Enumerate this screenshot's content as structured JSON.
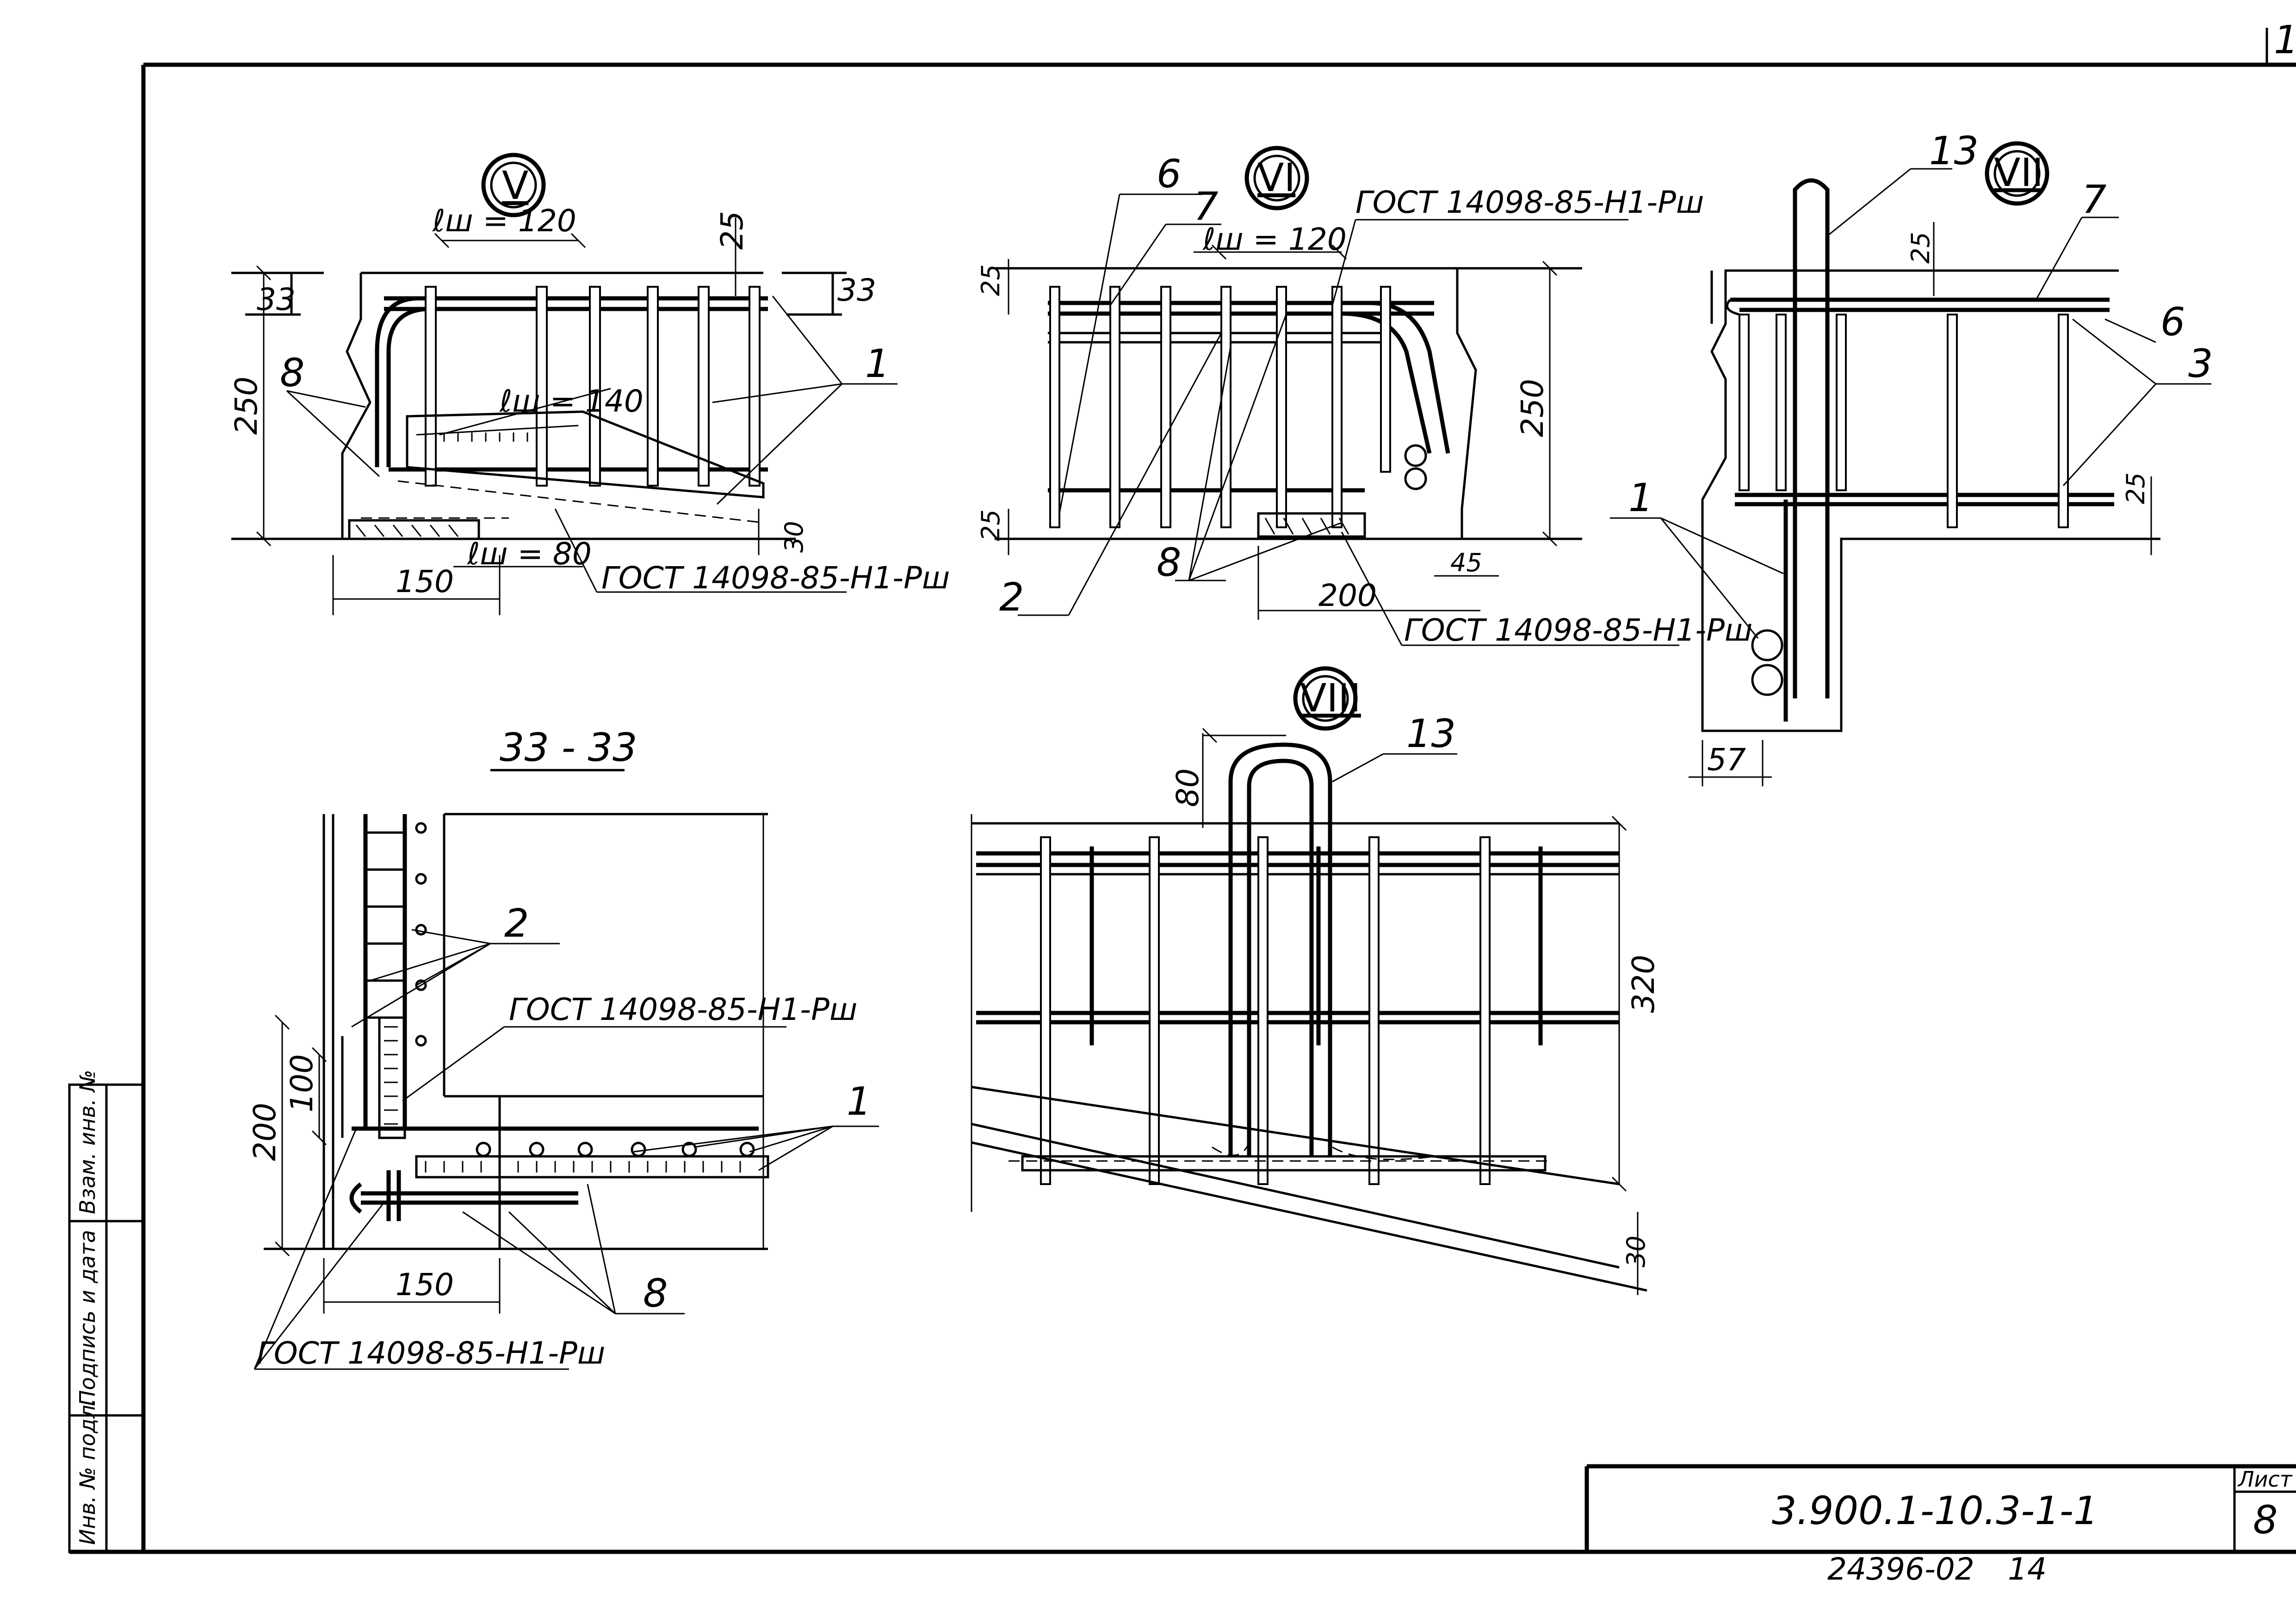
{
  "page": {
    "corner_number": "1",
    "side_stamp": [
      "Инв. № подл.",
      "Подпись и дата",
      "Взам. инв. №"
    ],
    "title_block": {
      "code": "3.900.1-10.3-1-1",
      "sheet_label": "Лист",
      "sheet_number": "8",
      "bottom_number": "24396-02",
      "bottom_page": "14"
    }
  },
  "detail_v": {
    "marker": "V",
    "lw_top": "ℓш = 120",
    "lw_mid": "ℓш = 140",
    "lw_bot": "ℓш = 80",
    "dim_height": "250",
    "dim_top": "25",
    "dim_width": "150",
    "dim_30": "30",
    "cut_left": "33",
    "cut_right": "33",
    "pos_8": "8",
    "pos_1": "1",
    "gost": "ГОСТ 14098-85-Н1-Рш"
  },
  "detail_vi": {
    "marker": "VI",
    "gost_top": "ГОСТ 14098-85-Н1-Рш",
    "lw": "ℓш = 120",
    "pos_6": "6",
    "pos_7": "7",
    "pos_2": "2",
    "pos_8": "8",
    "dim_25_top": "25",
    "dim_25_bot": "25",
    "dim_height": "250",
    "dim_200": "200",
    "dim_45": "45",
    "gost_bot": "ГОСТ 14098-85-Н1-Рш"
  },
  "detail_vii": {
    "marker": "VII",
    "pos_13": "13",
    "pos_7": "7",
    "pos_6": "6",
    "pos_3": "3",
    "pos_1": "1",
    "dim_25_top": "25",
    "dim_25_right": "25",
    "dim_57": "57"
  },
  "section_33": {
    "title": "33 - 33",
    "pos_2": "2",
    "gost_mid": "ГОСТ 14098-85-Н1-Рш",
    "dim_100": "100",
    "dim_200": "200",
    "dim_150": "150",
    "pos_1": "1",
    "pos_8": "8",
    "gost_bot": "ГОСТ 14098-85-Н1-Рш"
  },
  "detail_viii": {
    "marker": "VIII",
    "pos_13": "13",
    "dim_80": "80",
    "dim_320": "320",
    "dim_30": "30"
  }
}
